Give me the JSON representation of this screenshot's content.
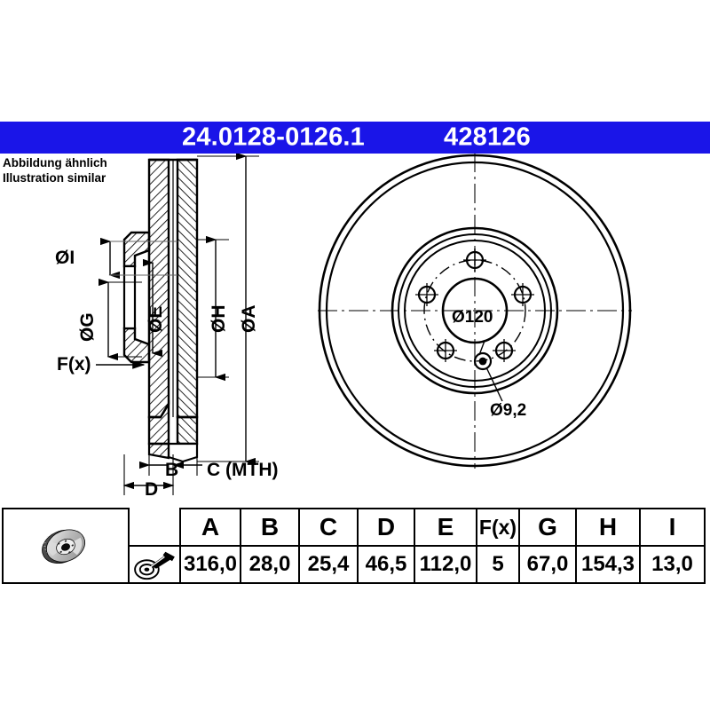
{
  "header": {
    "part_number": "24.0128-0126.1",
    "reference_number": "428126",
    "background_color": "#1a15e8",
    "text_color": "#ffffff"
  },
  "caption": {
    "line_de": "Abbildung ähnlich",
    "line_en": "Illustration similar"
  },
  "section_view": {
    "labels": [
      {
        "key": "I",
        "text": "ØI"
      },
      {
        "key": "G",
        "text": "ØG"
      },
      {
        "key": "E",
        "text": "ØE"
      },
      {
        "key": "H",
        "text": "ØH"
      },
      {
        "key": "A",
        "text": "ØA"
      },
      {
        "key": "Fx",
        "text": "F(x)"
      },
      {
        "key": "B",
        "text": "B"
      },
      {
        "key": "C",
        "text": "C (MTH)"
      },
      {
        "key": "D",
        "text": "D"
      }
    ]
  },
  "face_view": {
    "bolt_circle_label": "Ø120",
    "hole_label": "Ø9,2",
    "bolt_hole_count": 5
  },
  "spec_table": {
    "headers": [
      "A",
      "B",
      "C",
      "D",
      "E",
      "F(x)",
      "G",
      "H",
      "I"
    ],
    "values": [
      "316,0",
      "28,0",
      "25,4",
      "46,5",
      "112,0",
      "5",
      "67,0",
      "154,3",
      "13,0"
    ],
    "product_photo_alt": "brake-disc-photo",
    "measure_icon_alt": "measurement-icon"
  }
}
